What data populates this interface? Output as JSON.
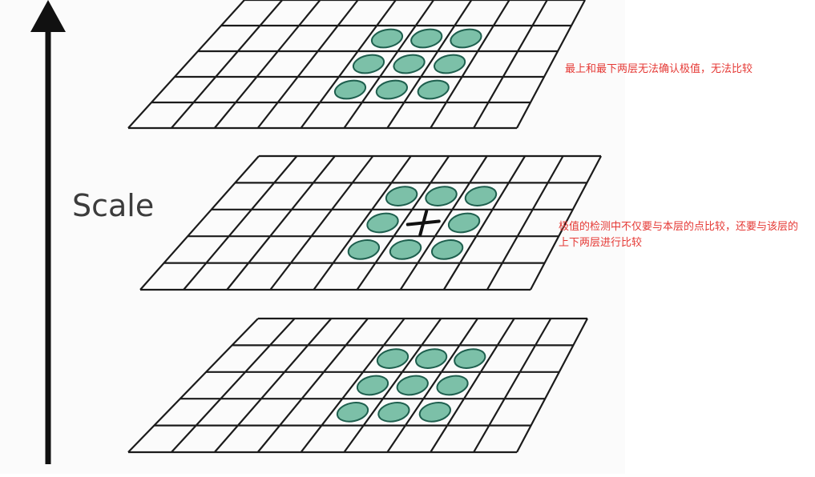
{
  "axis": {
    "label": "Scale"
  },
  "layers": [
    {
      "name": "top",
      "columns": 9,
      "rows": 5,
      "neighbors": [
        [
          4,
          1
        ],
        [
          5,
          1
        ],
        [
          6,
          1
        ],
        [
          4,
          2
        ],
        [
          5,
          2
        ],
        [
          6,
          2
        ],
        [
          4,
          3
        ],
        [
          5,
          3
        ],
        [
          6,
          3
        ]
      ],
      "center_marker": false
    },
    {
      "name": "middle",
      "columns": 9,
      "rows": 5,
      "neighbors": [
        [
          4,
          1
        ],
        [
          5,
          1
        ],
        [
          6,
          1
        ],
        [
          4,
          2
        ],
        [
          6,
          2
        ],
        [
          4,
          3
        ],
        [
          5,
          3
        ],
        [
          6,
          3
        ]
      ],
      "center_marker": true,
      "center_symbol": "X"
    },
    {
      "name": "bottom",
      "columns": 9,
      "rows": 5,
      "neighbors": [
        [
          4,
          1
        ],
        [
          5,
          1
        ],
        [
          6,
          1
        ],
        [
          4,
          2
        ],
        [
          5,
          2
        ],
        [
          6,
          2
        ],
        [
          4,
          3
        ],
        [
          5,
          3
        ],
        [
          6,
          3
        ]
      ],
      "center_marker": false
    }
  ],
  "colors": {
    "dot_fill": "#7cc0a8",
    "dot_stroke": "#1e5f4e",
    "grid": "#1b1b1b",
    "annotation": "#e53935"
  },
  "annotations": {
    "top": "最上和最下两层无法确认极值，无法比较",
    "middle": "极值的检测中不仅要与本层的点比较，还要与该层的上下两层进行比较"
  }
}
